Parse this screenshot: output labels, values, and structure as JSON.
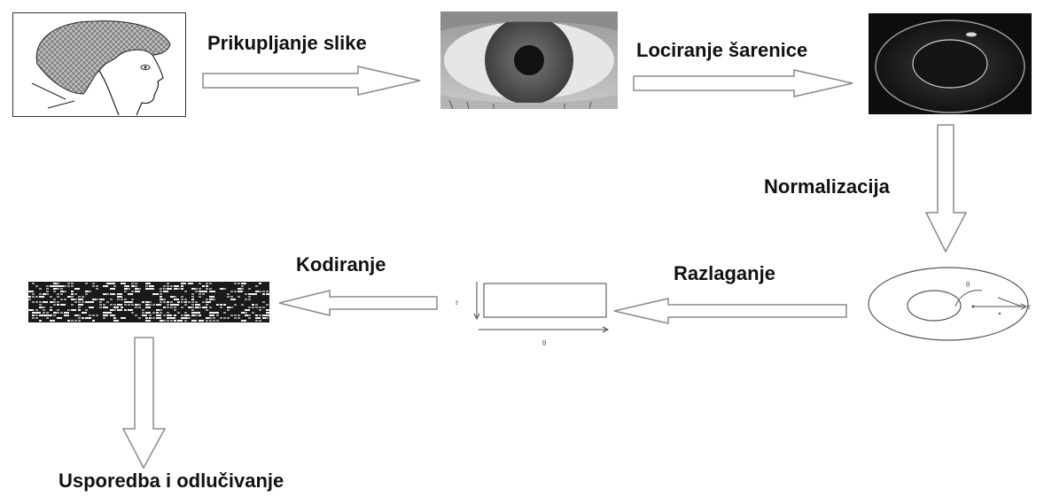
{
  "steps": {
    "acquire_label": "Prikupljanje slike",
    "locate_label": "Lociranje šarenice",
    "normalize_label": "Normalizacija",
    "unwrap_label": "Razlaganje",
    "encode_label": "Kodiranje",
    "match_label": "Usporedba i odlučivanje"
  },
  "unwrap_diagram": {
    "axis_r": "r",
    "axis_theta": "θ"
  },
  "normalize_diagram": {
    "angle_label": "θ",
    "radius_label": "r"
  },
  "colors": {
    "arrow_stroke": "#8a8a8a",
    "text": "#111111",
    "iris_dark": "#0d0d0d"
  },
  "icons": [
    "head-profile-icon",
    "eye-icon",
    "iris-located-icon",
    "normalization-rings-icon",
    "unwrapped-rectangle-icon",
    "iris-code-icon"
  ]
}
